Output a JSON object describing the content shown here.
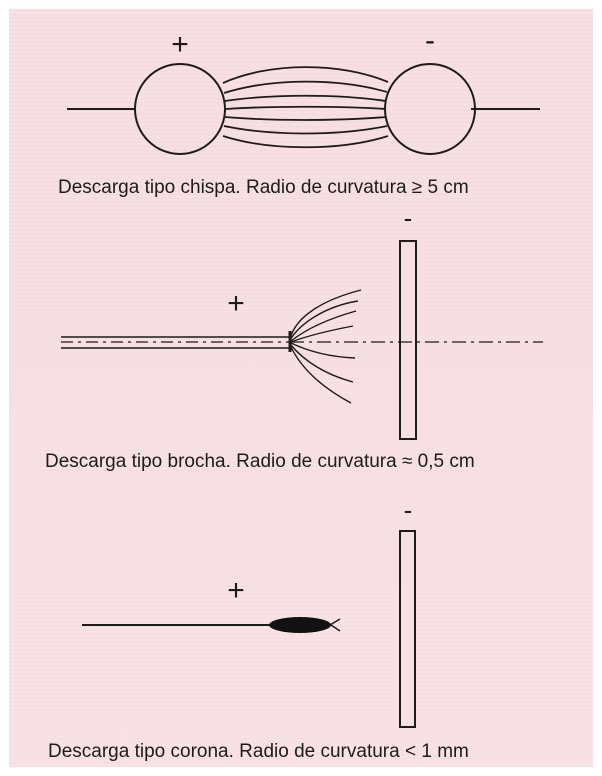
{
  "diagram": {
    "colors": {
      "background": "#f7dfe3",
      "ink": "#1d1b1b"
    },
    "spark": {
      "plus_sign": "+",
      "minus_sign": "-",
      "caption": "Descarga tipo chispa. Radio de curvatura ≥ 5 cm"
    },
    "brush": {
      "plus_sign": "+",
      "minus_sign": "-",
      "caption": "Descarga tipo brocha. Radio de curvatura ≈ 0,5 cm"
    },
    "corona": {
      "plus_sign": "+",
      "minus_sign": "-",
      "caption": "Descarga tipo corona. Radio de curvatura < 1 mm"
    }
  }
}
